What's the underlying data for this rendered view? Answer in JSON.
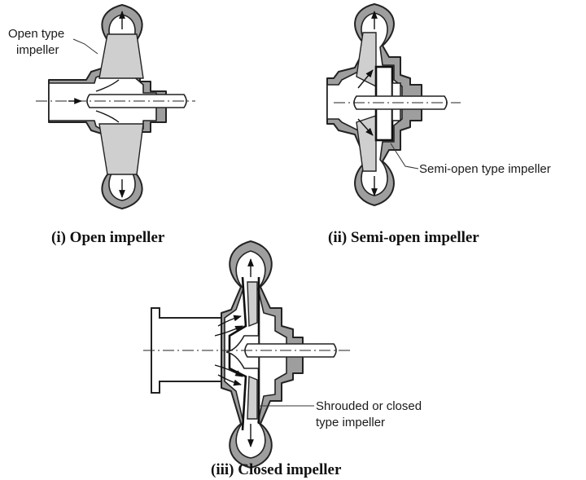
{
  "diagrams": {
    "open": {
      "caption": "(i) Open impeller",
      "label_line1": "Open type",
      "label_line2": "impeller"
    },
    "semi_open": {
      "caption": "(ii) Semi-open impeller",
      "label": "Semi-open type impeller"
    },
    "closed": {
      "caption": "(iii) Closed impeller",
      "label_line1": "Shrouded or closed",
      "label_line2": "type impeller"
    }
  },
  "colors": {
    "casing": "#9e9e9e",
    "vane": "#cfcfcf",
    "line": "#222222"
  }
}
